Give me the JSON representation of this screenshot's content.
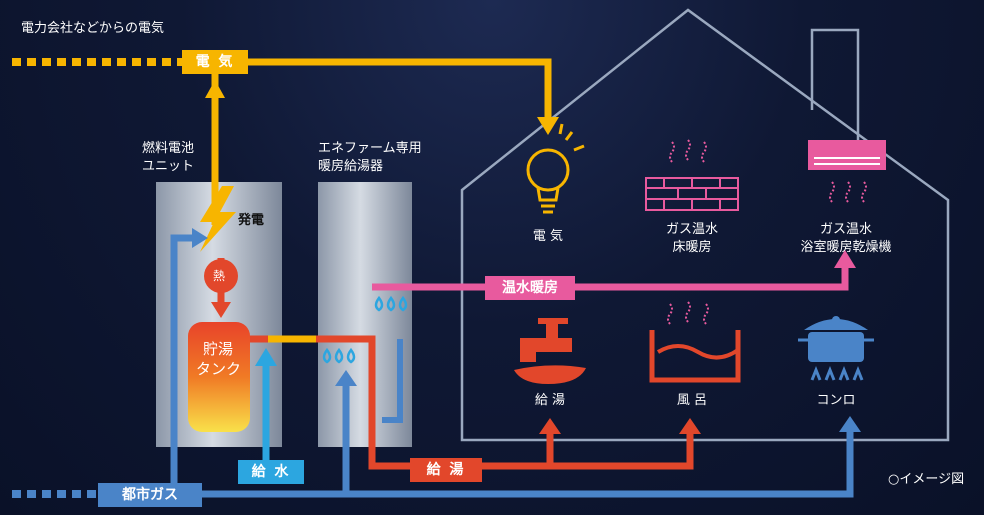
{
  "header_label": "電力会社などからの電気",
  "tags": {
    "electricity": "電 気",
    "hot_water_heating": "温水暖房",
    "water_supply": "給 水",
    "hot_water_supply": "給 湯",
    "city_gas": "都市ガス"
  },
  "units": {
    "fuel_cell": [
      "燃料電池",
      "ユニット"
    ],
    "heater": [
      "エネファーム専用",
      "暖房給湯器"
    ],
    "generation": "発電",
    "heat": "熱",
    "tank": [
      "貯湯",
      "タンク"
    ]
  },
  "appliances": {
    "electric": "電 気",
    "floor_heating": [
      "ガス温水",
      "床暖房"
    ],
    "bath_dryer": [
      "ガス温水",
      "浴室暖房乾燥機"
    ],
    "hot_water": "給 湯",
    "bath": "風 呂",
    "stove": "コンロ"
  },
  "note": "○イメージ図",
  "colors": {
    "background": "#0d1630",
    "electricity": "#f7b500",
    "gas": "#4a84c8",
    "hot_water": "#e2472b",
    "water": "#2ca6e0",
    "heating": "#e85a9e",
    "house_outline": "#9aa8bf"
  }
}
